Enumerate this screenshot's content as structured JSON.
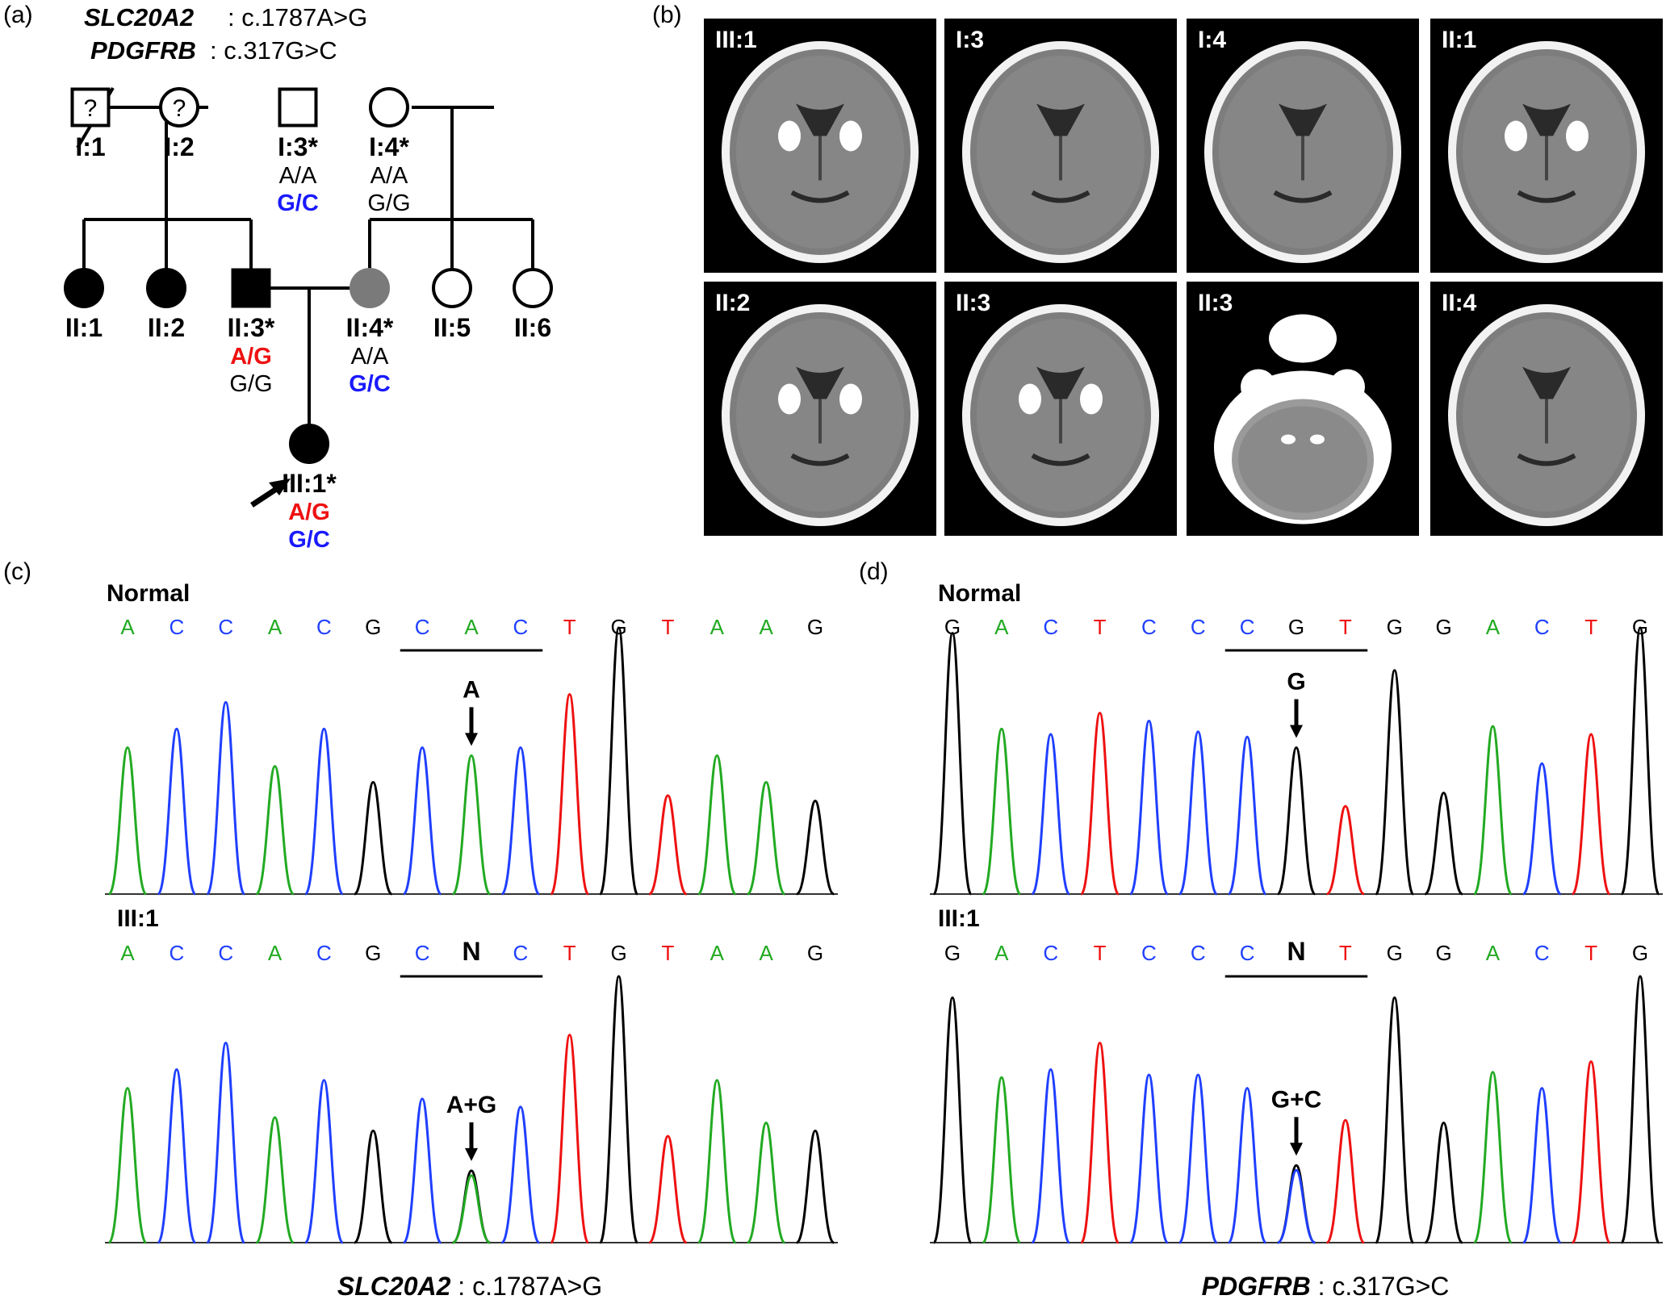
{
  "panel_labels": {
    "a": "(a)",
    "b": "(b)",
    "c": "(c)",
    "d": "(d)"
  },
  "pedigree": {
    "header": {
      "gene1": "SLC20A2",
      "variant1": ": c.1787A>G",
      "gene2": "PDGFRB",
      "variant2": ": c.317G>C"
    },
    "unknown_mark": "?",
    "individuals": [
      {
        "id": "I:1",
        "sex": "male",
        "affected": "unknown",
        "deceased": true,
        "genotypes": []
      },
      {
        "id": "I:2",
        "sex": "female",
        "affected": "unknown",
        "genotypes": []
      },
      {
        "id": "I:3*",
        "sex": "male",
        "affected": "no",
        "genotypes": [
          {
            "text": "A/A",
            "color": "#000000"
          },
          {
            "text": "G/C",
            "color": "#1a1aff"
          }
        ]
      },
      {
        "id": "I:4*",
        "sex": "female",
        "affected": "no",
        "genotypes": [
          {
            "text": "A/A",
            "color": "#000000"
          },
          {
            "text": "G/G",
            "color": "#000000"
          }
        ]
      },
      {
        "id": "II:1",
        "sex": "female",
        "affected": "yes",
        "genotypes": []
      },
      {
        "id": "II:2",
        "sex": "female",
        "affected": "yes",
        "genotypes": []
      },
      {
        "id": "II:3*",
        "sex": "male",
        "affected": "yes",
        "genotypes": [
          {
            "text": "A/G",
            "color": "#ee1111"
          },
          {
            "text": "G/G",
            "color": "#000000"
          }
        ]
      },
      {
        "id": "II:4*",
        "sex": "female",
        "affected": "partial",
        "genotypes": [
          {
            "text": "A/A",
            "color": "#000000"
          },
          {
            "text": "G/C",
            "color": "#1a1aff"
          }
        ]
      },
      {
        "id": "II:5",
        "sex": "female",
        "affected": "no",
        "genotypes": []
      },
      {
        "id": "II:6",
        "sex": "female",
        "affected": "no",
        "genotypes": []
      },
      {
        "id": "III:1*",
        "sex": "female",
        "affected": "yes",
        "proband": true,
        "genotypes": [
          {
            "text": "A/G",
            "color": "#ee1111"
          },
          {
            "text": "G/C",
            "color": "#1a1aff"
          }
        ]
      }
    ]
  },
  "ct_scans": [
    {
      "label": "III:1",
      "view": "basal-ganglia-calcification"
    },
    {
      "label": "I:3",
      "view": "normal"
    },
    {
      "label": "I:4",
      "view": "normal"
    },
    {
      "label": "II:1",
      "view": "basal-ganglia-calcification"
    },
    {
      "label": "II:2",
      "view": "basal-ganglia-calcification"
    },
    {
      "label": "II:3",
      "view": "basal-ganglia-calcification"
    },
    {
      "label": "II:3",
      "view": "cerebellum-calcification"
    },
    {
      "label": "II:4",
      "view": "normal"
    }
  ],
  "base_colors": {
    "A": "#22aa22",
    "C": "#1f3fff",
    "G": "#000000",
    "T": "#ee1111",
    "N": "#000000"
  },
  "chromatograms": [
    {
      "panel": "(c)",
      "caption_gene": "SLC20A2",
      "caption_variant": ": c.1787A>G",
      "normal": {
        "title": "Normal",
        "sequence": [
          "A",
          "C",
          "C",
          "A",
          "C",
          "G",
          "C",
          "A",
          "C",
          "T",
          "G",
          "T",
          "A",
          "A",
          "G"
        ],
        "peak_heights": [
          0.55,
          0.62,
          0.72,
          0.48,
          0.62,
          0.42,
          0.55,
          0.52,
          0.55,
          0.75,
          1.0,
          0.37,
          0.52,
          0.42,
          0.35
        ],
        "codon": [
          6,
          8
        ],
        "annotation": "A",
        "annotation_index": 7
      },
      "patient": {
        "title": "III:1",
        "sequence": [
          "A",
          "C",
          "C",
          "A",
          "C",
          "G",
          "C",
          "N",
          "C",
          "T",
          "G",
          "T",
          "A",
          "A",
          "G"
        ],
        "peak_heights": [
          0.58,
          0.65,
          0.75,
          0.47,
          0.61,
          0.42,
          0.54,
          0.27,
          0.51,
          0.78,
          1.0,
          0.4,
          0.61,
          0.45,
          0.42
        ],
        "codon": [
          6,
          8
        ],
        "annotation": "A+G",
        "annotation_index": 7
      }
    },
    {
      "panel": "(d)",
      "caption_gene": "PDGFRB",
      "caption_variant": ": c.317G>C",
      "normal": {
        "title": "Normal",
        "sequence": [
          "G",
          "A",
          "C",
          "T",
          "C",
          "C",
          "C",
          "G",
          "T",
          "G",
          "G",
          "A",
          "C",
          "T",
          "G"
        ],
        "peak_heights": [
          0.98,
          0.62,
          0.6,
          0.68,
          0.65,
          0.61,
          0.59,
          0.55,
          0.33,
          0.84,
          0.38,
          0.63,
          0.49,
          0.6,
          1.0
        ],
        "codon": [
          6,
          8
        ],
        "annotation": "G",
        "annotation_index": 7
      },
      "patient": {
        "title": "III:1",
        "sequence": [
          "G",
          "A",
          "C",
          "T",
          "C",
          "C",
          "C",
          "N",
          "T",
          "G",
          "G",
          "A",
          "C",
          "T",
          "G"
        ],
        "peak_heights": [
          0.92,
          0.62,
          0.65,
          0.75,
          0.63,
          0.63,
          0.58,
          0.29,
          0.46,
          0.92,
          0.45,
          0.64,
          0.58,
          0.68,
          1.0
        ],
        "codon": [
          6,
          8
        ],
        "annotation": "G+C",
        "annotation_index": 7
      }
    }
  ]
}
